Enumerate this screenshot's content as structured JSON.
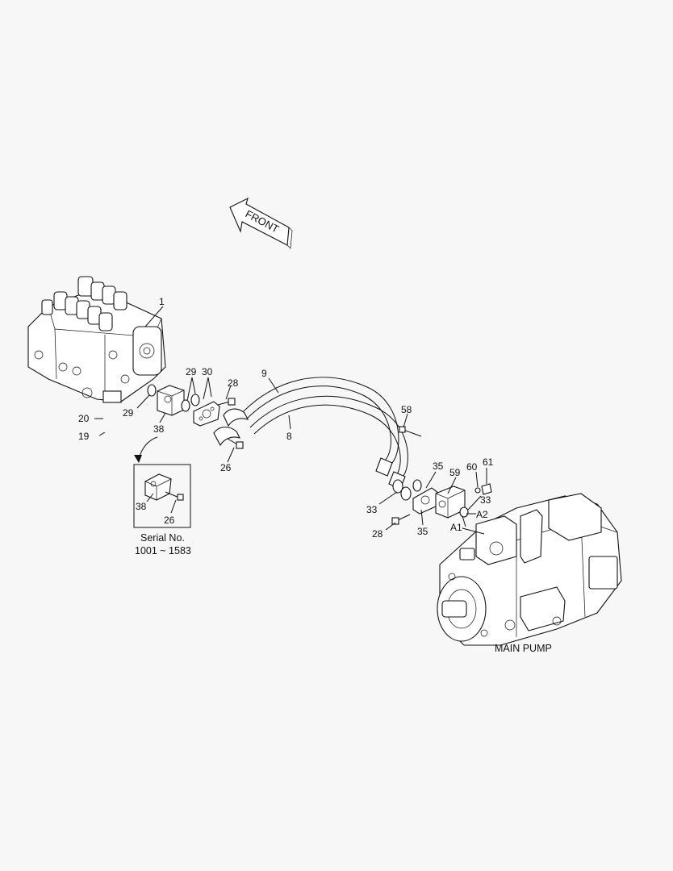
{
  "front_arrow": {
    "text": "FRONT"
  },
  "callouts": [
    {
      "id": "c1",
      "text": "1"
    },
    {
      "id": "c29a",
      "text": "29"
    },
    {
      "id": "c30",
      "text": "30"
    },
    {
      "id": "c28a",
      "text": "28"
    },
    {
      "id": "c9",
      "text": "9"
    },
    {
      "id": "c8",
      "text": "8"
    },
    {
      "id": "c29b",
      "text": "29"
    },
    {
      "id": "c20",
      "text": "20"
    },
    {
      "id": "c19",
      "text": "19"
    },
    {
      "id": "c38a",
      "text": "38"
    },
    {
      "id": "c26a",
      "text": "26"
    },
    {
      "id": "c38b",
      "text": "38"
    },
    {
      "id": "c26b",
      "text": "26"
    },
    {
      "id": "c58",
      "text": "58"
    },
    {
      "id": "c35a",
      "text": "35"
    },
    {
      "id": "c59",
      "text": "59"
    },
    {
      "id": "c60",
      "text": "60"
    },
    {
      "id": "c61",
      "text": "61"
    },
    {
      "id": "c33a",
      "text": "33"
    },
    {
      "id": "c33b",
      "text": "33"
    },
    {
      "id": "cA2",
      "text": "A2"
    },
    {
      "id": "cA1",
      "text": "A1"
    },
    {
      "id": "c28b",
      "text": "28"
    },
    {
      "id": "c35b",
      "text": "35"
    }
  ],
  "inset": {
    "serial_label": "Serial No.",
    "serial_range": "1001 ~ 1583"
  },
  "main_pump_label": "MAIN PUMP"
}
